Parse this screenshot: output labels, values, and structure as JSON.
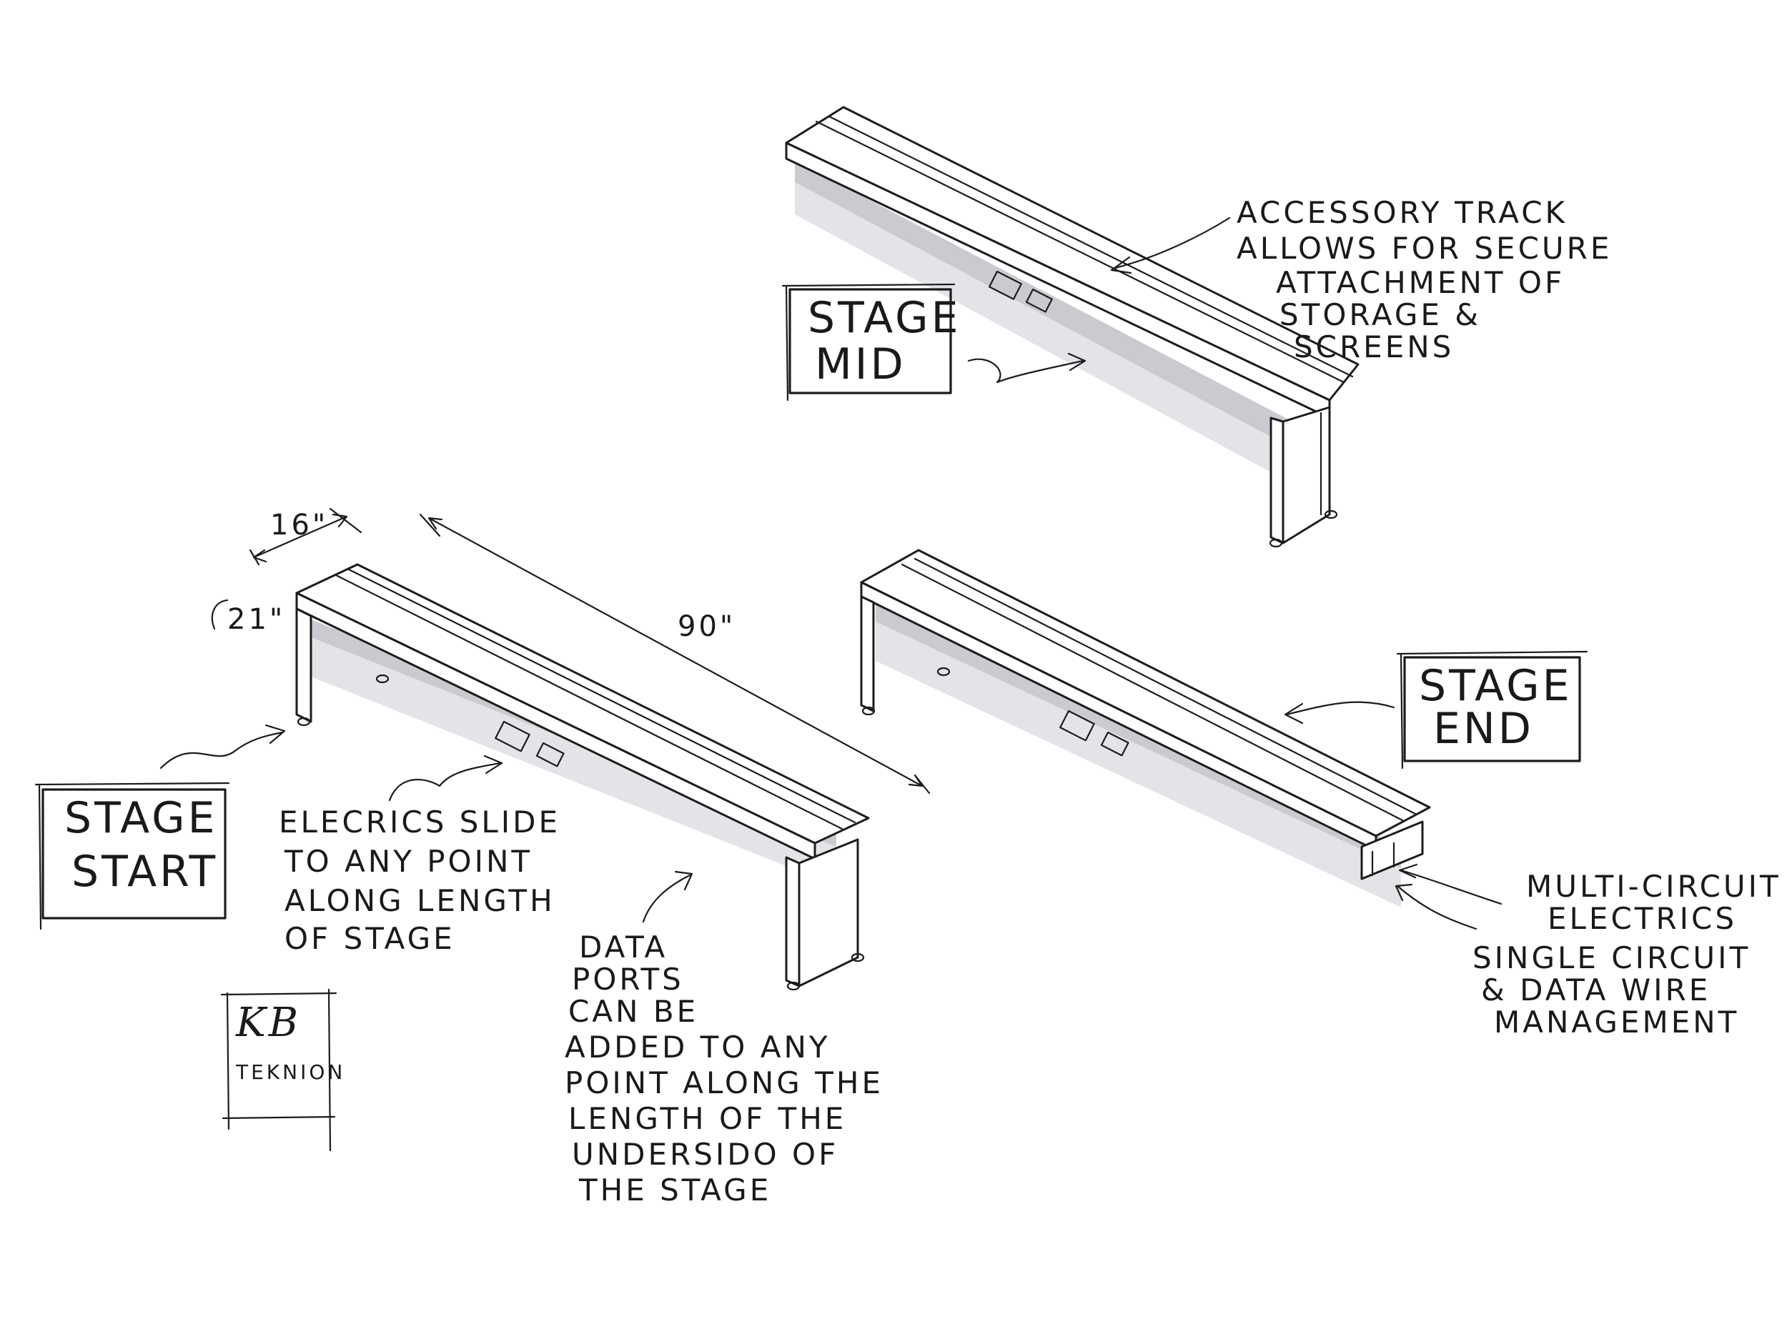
{
  "labels": {
    "stage_start": [
      "STAGE",
      "START"
    ],
    "stage_mid": [
      "STAGE",
      "MID"
    ],
    "stage_end": [
      "STAGE",
      "END"
    ]
  },
  "dimensions": {
    "width": "16\"",
    "height": "21\"",
    "length": "90\""
  },
  "notes": {
    "accessory_track": [
      "ACCESSORY TRACK",
      "ALLOWS FOR SECURE",
      "ATTACHMENT OF",
      "STORAGE &",
      "SCREENS"
    ],
    "electrics_slide": [
      "ELECRICS SLIDE",
      "TO ANY POINT",
      "ALONG LENGTH",
      "OF STAGE"
    ],
    "data_ports": [
      "DATA",
      "PORTS",
      "CAN BE",
      "ADDED TO ANY",
      "POINT ALONG THE",
      "LENGTH OF THE",
      "UNDERSIDO OF",
      "THE STAGE"
    ],
    "multi_circuit": [
      "MULTI-CIRCUIT",
      "ELECTRICS"
    ],
    "single_circuit": [
      "SINGLE CIRCUIT",
      "& DATA WIRE",
      "MANAGEMENT"
    ]
  },
  "signature": {
    "initials": "KB",
    "company": "TEKNION"
  }
}
